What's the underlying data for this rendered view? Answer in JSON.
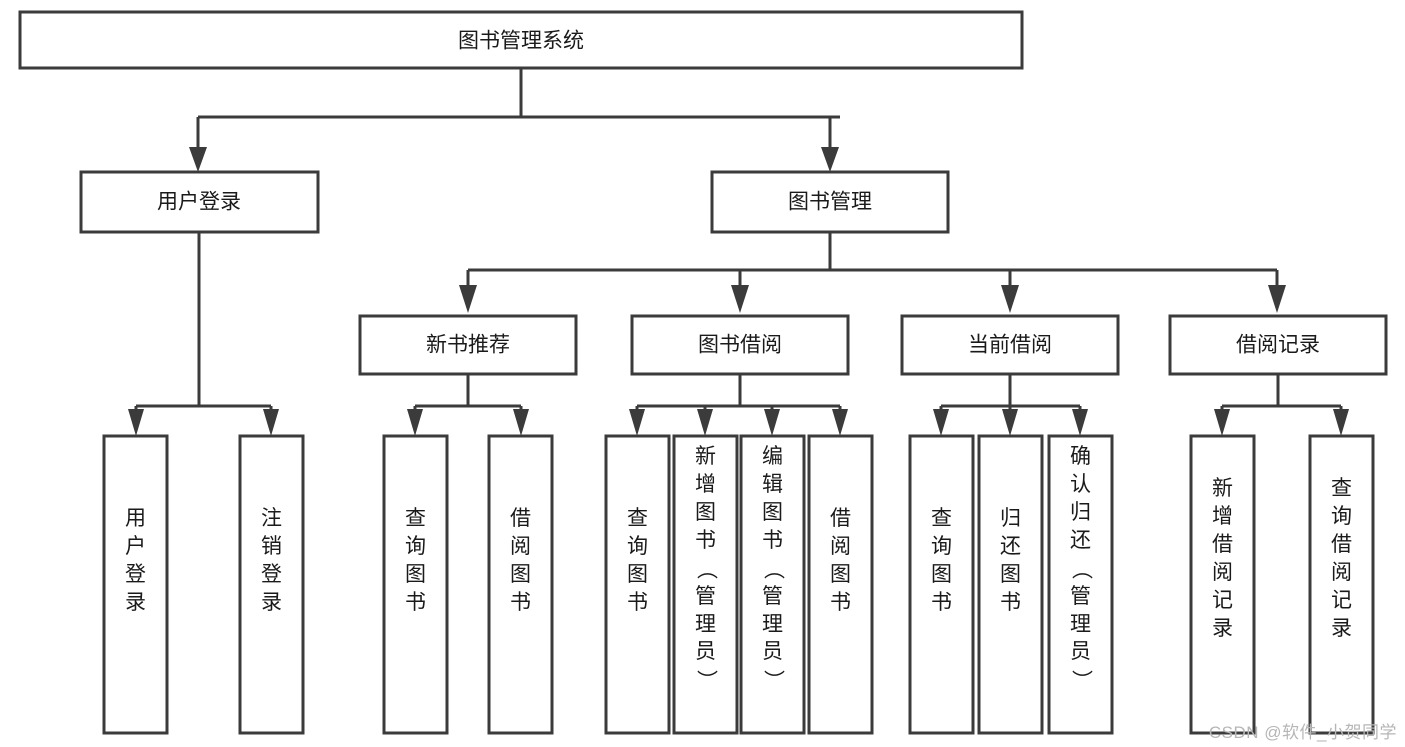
{
  "title": "图书管理系统",
  "watermark": "CSDN @软件_小贺同学",
  "colors": {
    "background": "#ffffff",
    "stroke": "#3b3b3b",
    "text": "#1a1a1a",
    "watermark": "#b6b6b6"
  },
  "diagram": {
    "type": "tree",
    "orientation": "top-down",
    "root": "图书管理系统",
    "levels": 4
  },
  "nodes": {
    "root": {
      "label": "图书管理系统",
      "orientation": "horizontal"
    },
    "level2": [
      {
        "id": "user-login",
        "label": "用户登录",
        "orientation": "horizontal"
      },
      {
        "id": "book-manage",
        "label": "图书管理",
        "orientation": "horizontal"
      }
    ],
    "level3": [
      {
        "id": "new-book-recommend",
        "label": "新书推荐",
        "orientation": "horizontal"
      },
      {
        "id": "book-borrow",
        "label": "图书借阅",
        "orientation": "horizontal"
      },
      {
        "id": "current-borrow",
        "label": "当前借阅",
        "orientation": "horizontal"
      },
      {
        "id": "borrow-record",
        "label": "借阅记录",
        "orientation": "horizontal"
      }
    ],
    "leaves": [
      {
        "id": "leaf-user-login",
        "label": "用户登录",
        "chars": [
          "用",
          "户",
          "登",
          "录"
        ],
        "parent": "user-login",
        "orientation": "vertical"
      },
      {
        "id": "leaf-logout",
        "label": "注销登录",
        "chars": [
          "注",
          "销",
          "登",
          "录"
        ],
        "parent": "user-login",
        "orientation": "vertical"
      },
      {
        "id": "leaf-query-book-1",
        "label": "查询图书",
        "chars": [
          "查",
          "询",
          "图",
          "书"
        ],
        "parent": "new-book-recommend",
        "orientation": "vertical"
      },
      {
        "id": "leaf-borrow-book-1",
        "label": "借阅图书",
        "chars": [
          "借",
          "阅",
          "图",
          "书"
        ],
        "parent": "new-book-recommend",
        "orientation": "vertical"
      },
      {
        "id": "leaf-query-book-2",
        "label": "查询图书",
        "chars": [
          "查",
          "询",
          "图",
          "书"
        ],
        "parent": "book-borrow",
        "orientation": "vertical"
      },
      {
        "id": "leaf-add-book",
        "label": "新增图书（管理员）",
        "chars": [
          "新",
          "增",
          "图",
          "书",
          "（",
          "管",
          "理",
          "员",
          "）"
        ],
        "parent": "book-borrow",
        "orientation": "vertical"
      },
      {
        "id": "leaf-edit-book",
        "label": "编辑图书（管理员）",
        "chars": [
          "编",
          "辑",
          "图",
          "书",
          "（",
          "管",
          "理",
          "员",
          "）"
        ],
        "parent": "book-borrow",
        "orientation": "vertical"
      },
      {
        "id": "leaf-borrow-book-2",
        "label": "借阅图书",
        "chars": [
          "借",
          "阅",
          "图",
          "书"
        ],
        "parent": "book-borrow",
        "orientation": "vertical"
      },
      {
        "id": "leaf-query-book-3",
        "label": "查询图书",
        "chars": [
          "查",
          "询",
          "图",
          "书"
        ],
        "parent": "current-borrow",
        "orientation": "vertical"
      },
      {
        "id": "leaf-return-book",
        "label": "归还图书",
        "chars": [
          "归",
          "还",
          "图",
          "书"
        ],
        "parent": "current-borrow",
        "orientation": "vertical"
      },
      {
        "id": "leaf-confirm-return",
        "label": "确认归还（管理员）",
        "chars": [
          "确",
          "认",
          "归",
          "还",
          "（",
          "管",
          "理",
          "员",
          "）"
        ],
        "parent": "current-borrow",
        "orientation": "vertical"
      },
      {
        "id": "leaf-add-record",
        "label": "新增借阅记录",
        "chars": [
          "新",
          "增",
          "借",
          "阅",
          "记",
          "录"
        ],
        "parent": "borrow-record",
        "orientation": "vertical"
      },
      {
        "id": "leaf-query-record",
        "label": "查询借阅记录",
        "chars": [
          "查",
          "询",
          "借",
          "阅",
          "记",
          "录"
        ],
        "parent": "borrow-record",
        "orientation": "vertical"
      }
    ]
  }
}
